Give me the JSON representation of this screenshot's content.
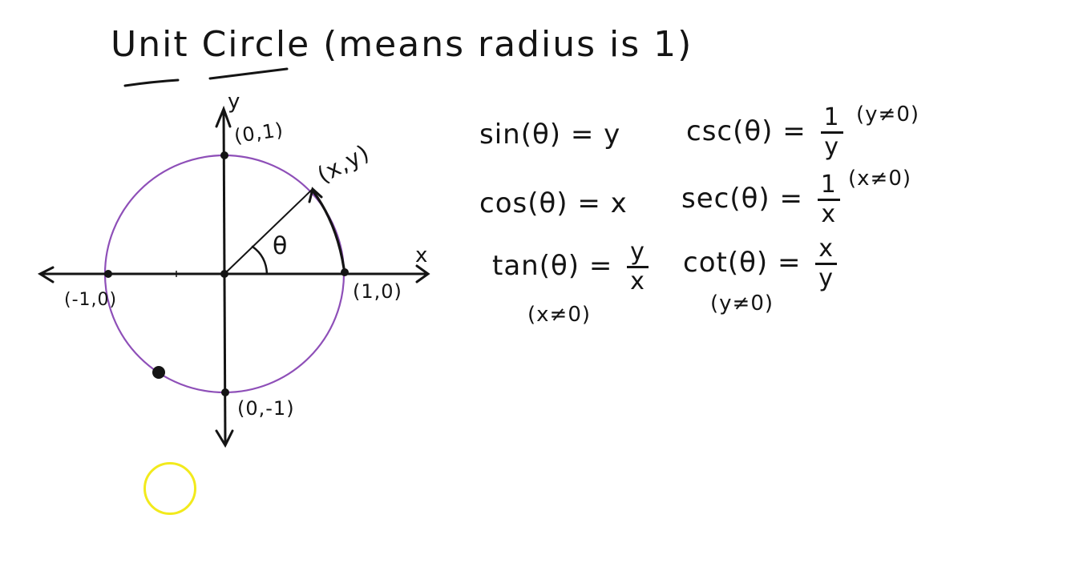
{
  "title": {
    "word1": "Unit",
    "word2": "Circle",
    "rest": "(means radius is 1)"
  },
  "diagram": {
    "axis_labels": {
      "x": "x",
      "y": "y"
    },
    "points": [
      {
        "label": "(0,1)",
        "x": 0,
        "y": 1
      },
      {
        "label": "(1,0)",
        "x": 1,
        "y": 0
      },
      {
        "label": "(-1,0)",
        "x": -1,
        "y": 0
      },
      {
        "label": "(0,-1)",
        "x": 0,
        "y": -1
      },
      {
        "label": "(x,y)",
        "x": 0.707,
        "y": 0.707
      }
    ],
    "angle_label": "θ",
    "circle_color": "#8e4fb8",
    "ink_color": "#141414"
  },
  "equations": {
    "sin": {
      "lhs": "sin(θ) = y"
    },
    "cos": {
      "lhs": "cos(θ) = x"
    },
    "tan": {
      "lhs": "tan(θ) =",
      "num": "y",
      "den": "x",
      "cond": "(x≠0)"
    },
    "csc": {
      "lhs": "csc(θ) =",
      "num": "1",
      "den": "y",
      "cond": "(y≠0)"
    },
    "sec": {
      "lhs": "sec(θ) =",
      "num": "1",
      "den": "x",
      "cond": "(x≠0)"
    },
    "cot": {
      "lhs": "cot(θ) =",
      "num": "x",
      "den": "y",
      "cond": "(y≠0)"
    }
  },
  "cursor": {
    "color": "#f2ea1c"
  }
}
